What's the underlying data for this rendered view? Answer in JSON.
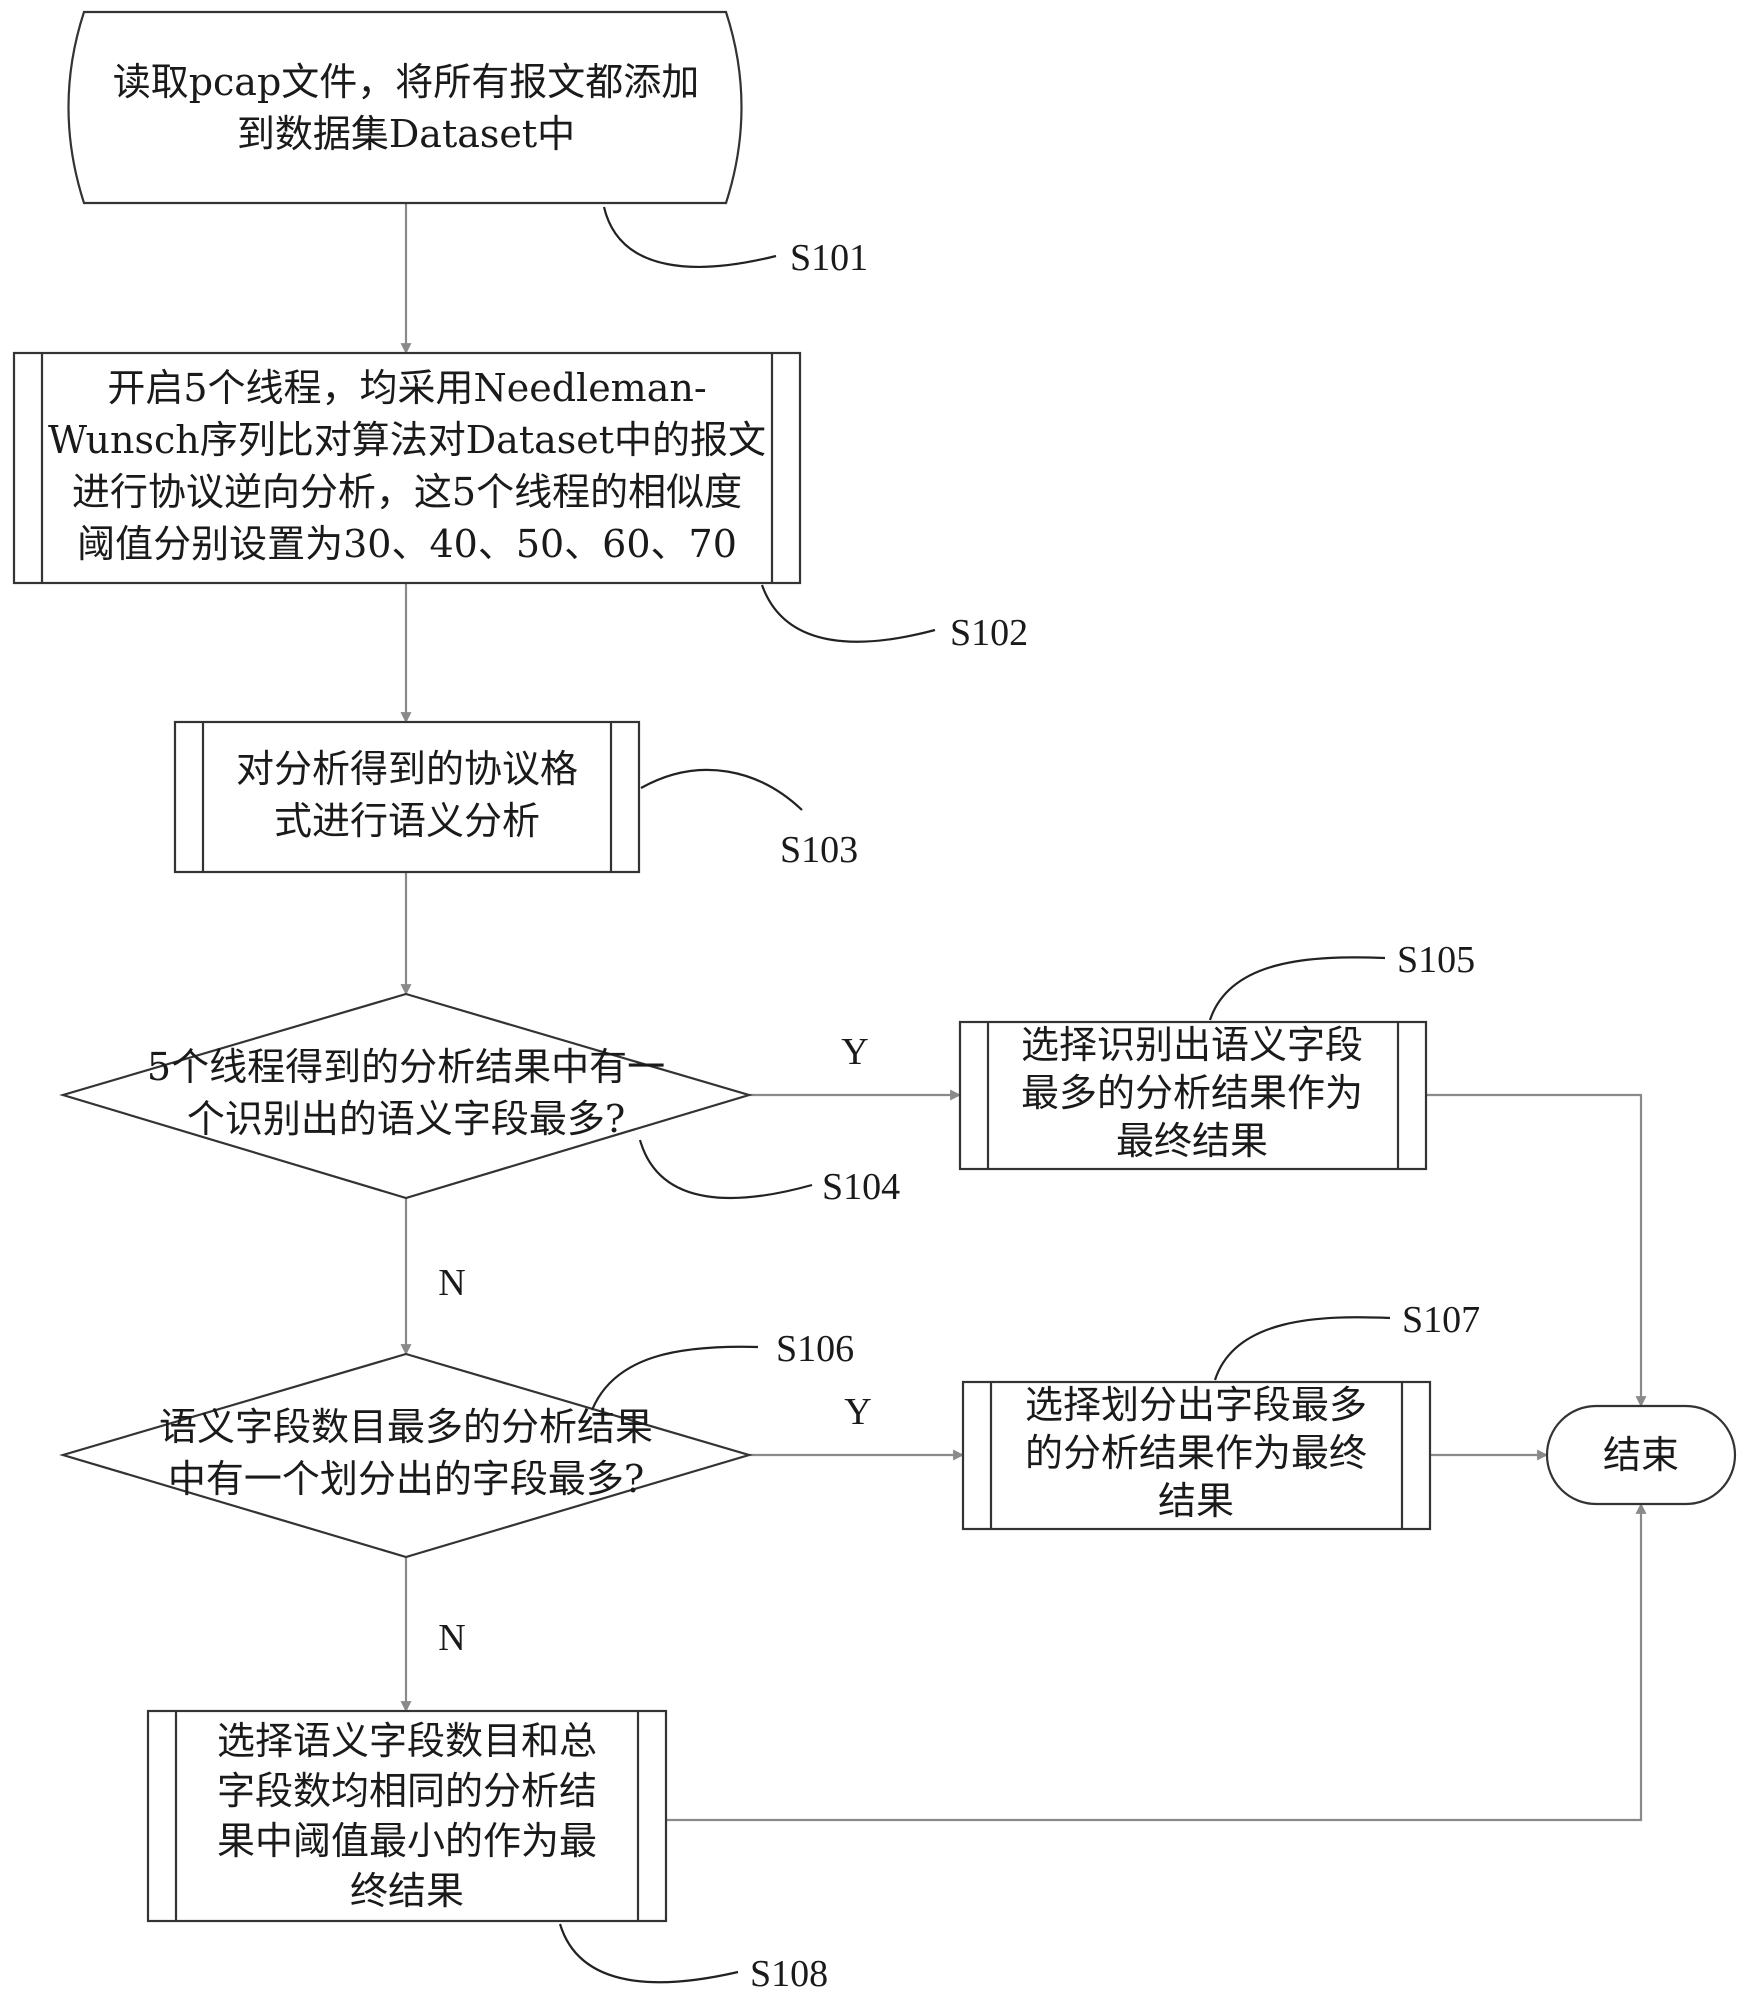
{
  "nodes": {
    "s101": {
      "lines": [
        "读取pcap文件，将所有报文都添加",
        "到数据集Dataset中"
      ],
      "label": "S101"
    },
    "s102": {
      "lines": [
        "开启5个线程，均采用Needleman-",
        "Wunsch序列比对算法对Dataset中的报文",
        "进行协议逆向分析，这5个线程的相似度",
        "阈值分别设置为30、40、50、60、70"
      ],
      "label": "S102"
    },
    "s103": {
      "lines": [
        "对分析得到的协议格",
        "式进行语义分析"
      ],
      "label": "S103"
    },
    "s104": {
      "lines": [
        "5个线程得到的分析结果中有一",
        "个识别出的语义字段最多?"
      ],
      "label": "S104"
    },
    "s105": {
      "lines": [
        "选择识别出语义字段",
        "最多的分析结果作为",
        "最终结果"
      ],
      "label": "S105"
    },
    "s106": {
      "lines": [
        "语义字段数目最多的分析结果",
        "中有一个划分出的字段最多?"
      ],
      "label": "S106"
    },
    "s107": {
      "lines": [
        "选择划分出字段最多",
        "的分析结果作为最终",
        "结果"
      ],
      "label": "S107"
    },
    "s108": {
      "lines": [
        "选择语义字段数目和总",
        "字段数均相同的分析结",
        "果中阈值最小的作为最",
        "终结果"
      ],
      "label": "S108"
    },
    "end": {
      "lines": [
        "结束"
      ]
    }
  },
  "branches": {
    "yes": "Y",
    "no": "N"
  }
}
